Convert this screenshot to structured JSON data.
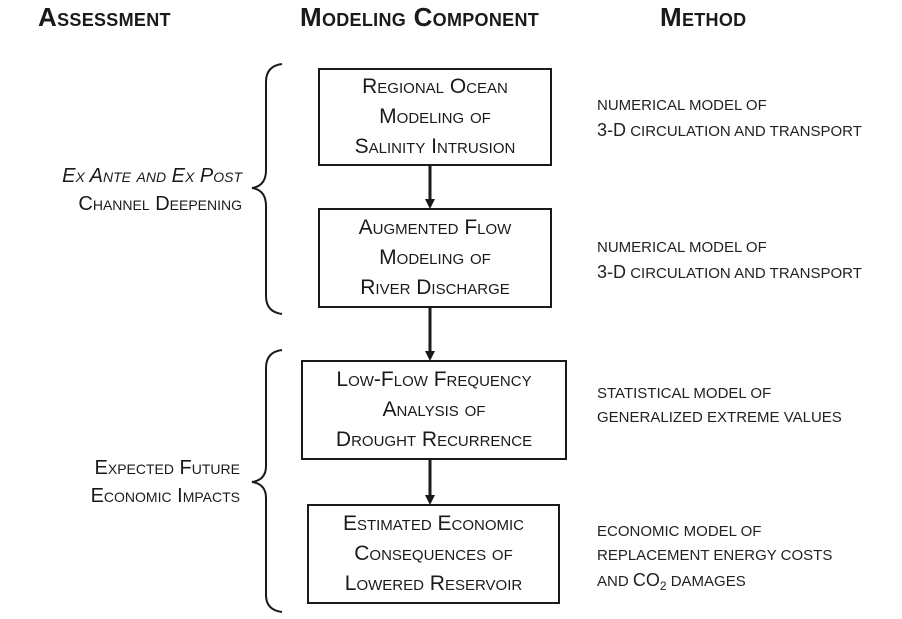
{
  "headers": {
    "assessment": "Assessment",
    "modeling_component": "Modeling Component",
    "method": "Method"
  },
  "assessments": [
    {
      "lines": [
        "Ex Ante and Ex Post",
        "Channel Deepening"
      ]
    },
    {
      "lines": [
        "Expected Future",
        "Economic Impacts"
      ]
    }
  ],
  "components": [
    {
      "lines": [
        "Regional Ocean",
        "Modeling of",
        "Salinity Intrusion"
      ]
    },
    {
      "lines": [
        "Augmented Flow",
        "Modeling of",
        "River Discharge"
      ]
    },
    {
      "lines": [
        "Low-Flow Frequency",
        "Analysis of",
        "Drought Recurrence"
      ]
    },
    {
      "lines": [
        "Estimated Economic",
        "Consequences of",
        "Lowered Reservoir"
      ]
    }
  ],
  "methods": [
    {
      "line1": "numerical model of",
      "line2_prefix": "3-D",
      "line2_rest": "circulation and transport"
    },
    {
      "line1": "numerical model of",
      "line2_prefix": "3-D",
      "line2_rest": "circulation and transport"
    },
    {
      "line1": "statistical Model of",
      "line2": "generalized extreme values"
    },
    {
      "line1": "economic model of",
      "line2": "Replacement energy costs",
      "line3_prefix": "and",
      "line3_co": "CO",
      "line3_sub": "2",
      "line3_rest": "damages"
    }
  ]
}
